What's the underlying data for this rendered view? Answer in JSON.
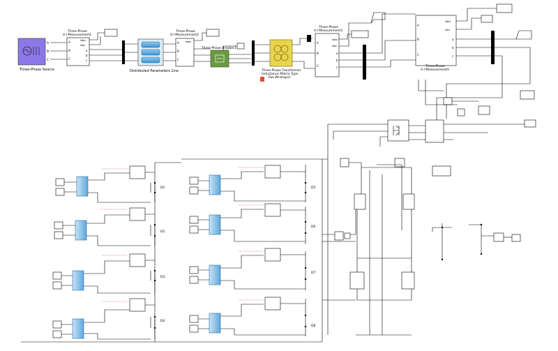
{
  "blocks": {
    "source": {
      "label": "Three-Phase Source",
      "ports": [
        "A",
        "B",
        "C"
      ]
    },
    "vi1": {
      "title1": "Three-Phase",
      "title2": "V-I Measurement1",
      "ports_in": [
        "A",
        "B",
        "C"
      ],
      "ports_out": [
        "Vabc",
        "Iabc",
        "a",
        "b",
        "c"
      ]
    },
    "dpl": {
      "label": "Distributed Parameters Line"
    },
    "vi2": {
      "title1": "Three-Phase",
      "title2": "V-I Measurement2",
      "ports_in": [
        "A",
        "B",
        "C"
      ],
      "ports_out": [
        "Vabc",
        "a",
        "b",
        "c"
      ]
    },
    "breaker": {
      "title": "Three-Phase Breaker1"
    },
    "transformer": {
      "line1": "Three-Phase Transformer",
      "line2": "Inductance Matrix Type",
      "line3": "(Two Windings)1"
    },
    "vi3": {
      "title1": "Three-Phase",
      "title2": "V-I Measurement3",
      "ports_in": [
        "A",
        "B",
        "C"
      ],
      "ports_out": [
        "Vabc",
        "Iabc",
        "a",
        "b",
        "c"
      ]
    },
    "vi5": {
      "title1": "Three-Phase",
      "title2": "V-I Measurement5",
      "ports_in": [
        "A",
        "B",
        "C"
      ],
      "ports_out": [
        "Vabc",
        "Iabc",
        "a",
        "b",
        "c"
      ]
    }
  },
  "diodes": [
    "D1",
    "D2",
    "D3",
    "D4",
    "D5",
    "D6",
    "D7",
    "D8"
  ],
  "colors": {
    "wire": "#000000",
    "source_fill": "#8c78e6",
    "dpl_fill": "#55aae6",
    "breaker_fill": "#5d8a3a",
    "transformer_fill": "#e6d24a",
    "pv_fill": "#8cc4ea",
    "signal": "#e05050"
  }
}
